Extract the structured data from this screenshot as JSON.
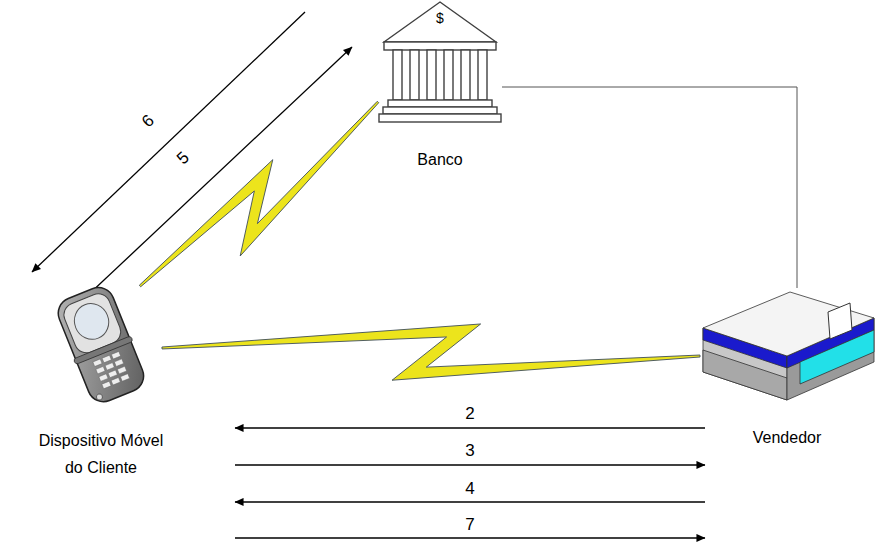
{
  "diagram": {
    "nodes": [
      {
        "text": [
          "$",
          "Banco"
        ]
      },
      {
        "text": [
          "Dispositivo Móvel do Cliente"
        ]
      },
      {
        "text": [
          "Vendedor"
        ]
      }
    ],
    "edges": [
      {
        "from": 1,
        "to": 0,
        "arrow": "none"
      },
      {
        "from": 1,
        "to": 2,
        "arrow": "none"
      },
      {
        "from": 0,
        "to": 2,
        "arrow": "none"
      }
    ],
    "labels": [
      "6",
      "5",
      "2",
      "3",
      "4",
      "7"
    ]
  }
}
